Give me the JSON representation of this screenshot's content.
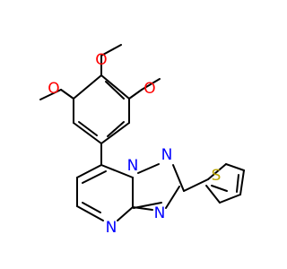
{
  "molecule": {
    "colors": {
      "bond": "#000000",
      "oxygen": "#ff0000",
      "nitrogen": "#0000ff",
      "sulfur": "#b8a400",
      "background": "#ffffff"
    },
    "atoms": {
      "o_top": "O",
      "o_left": "O",
      "o_right": "O",
      "n_bridge": "N",
      "n_triazole_top": "N",
      "n_triazole_bottom": "N",
      "n_pyrimidine": "N",
      "s_thiophene": "S"
    }
  }
}
